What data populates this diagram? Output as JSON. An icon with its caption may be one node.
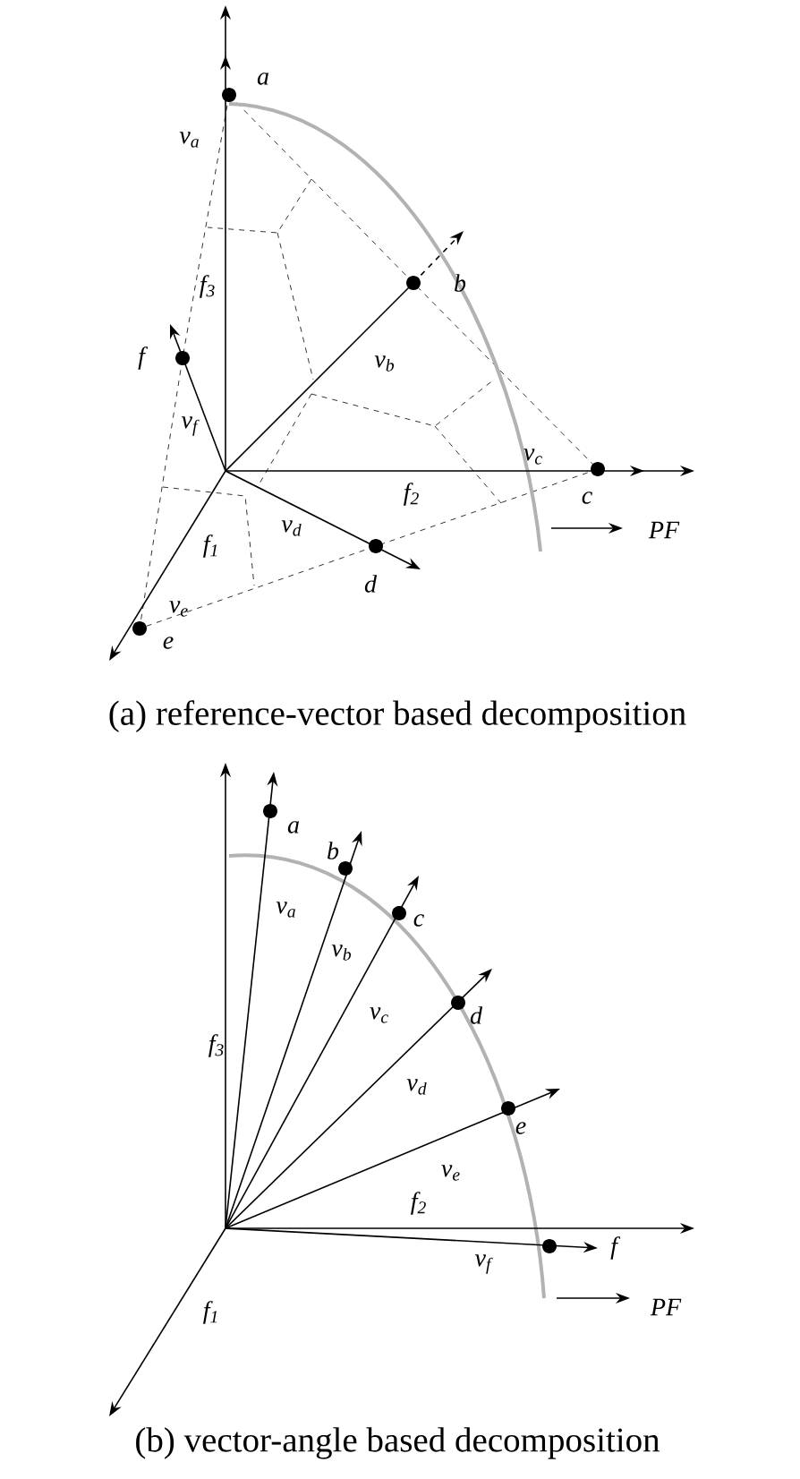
{
  "diagram": {
    "labels": [
      "a",
      "v$_{a}$",
      "f$_{3}$",
      "b",
      "f",
      "v$_{b}$",
      "v$_{f}$",
      "v$_{c}$",
      "f$_{2}$",
      "c",
      "v$_{d}$",
      "PF",
      "f$_{1}$",
      "d",
      "v$_{e}$",
      "e",
      "(a) reference-vector based decomposition",
      "a",
      "b",
      "v$_{a}$",
      "c",
      "v$_{b}$",
      "v$_{c}$",
      "d",
      "f$_{3}$",
      "v$_{d}$",
      "e",
      "v$_{e}$",
      "f$_{2}$",
      "f",
      "v$_{f}$",
      "PF",
      "f$_{1}$",
      "(b) vector-angle based decomposition"
    ]
  }
}
